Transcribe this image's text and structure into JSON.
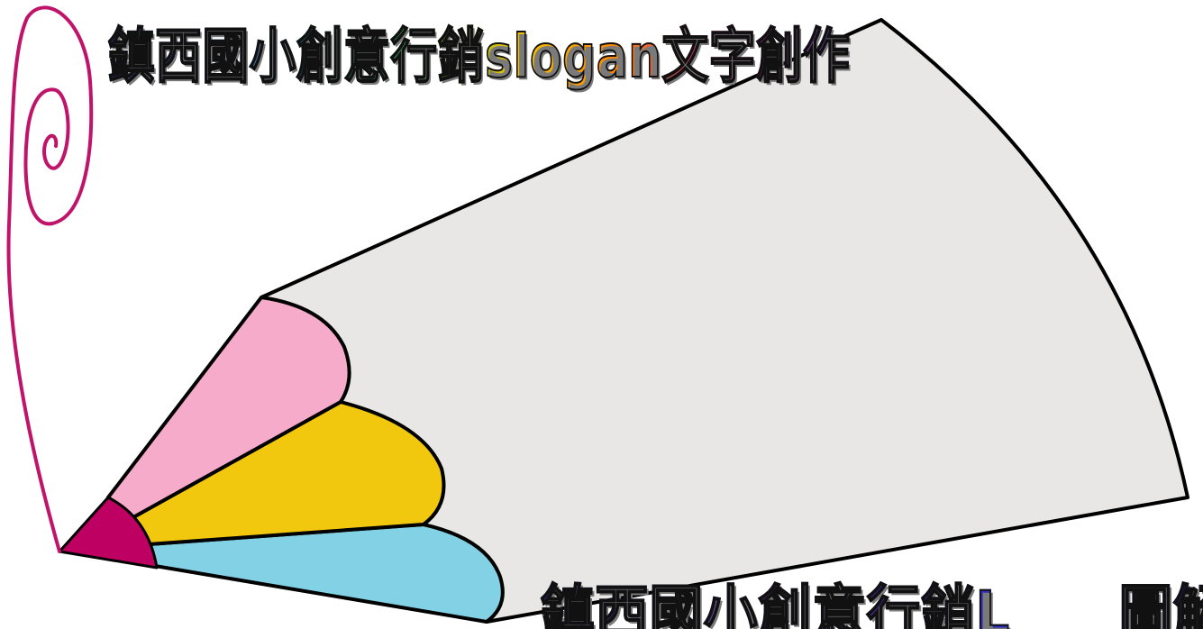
{
  "slide": {
    "title": "鎮西國小創意行銷slogan文字創作",
    "bottom_text": "鎮西國小創意行銷L　　圖解創作"
  },
  "colors": {
    "background": "#ffffff",
    "pencil_body": "#e8e7e6",
    "segment_pink": "#f7abcb",
    "segment_yellow": "#f2c80f",
    "segment_cyan": "#83d1e5",
    "pencil_tip": "#bd0061",
    "spiral": "#c0146a",
    "outline": "#000000"
  },
  "icons": {
    "pencil": "pencil-illustration",
    "spiral": "spiral-decoration"
  }
}
